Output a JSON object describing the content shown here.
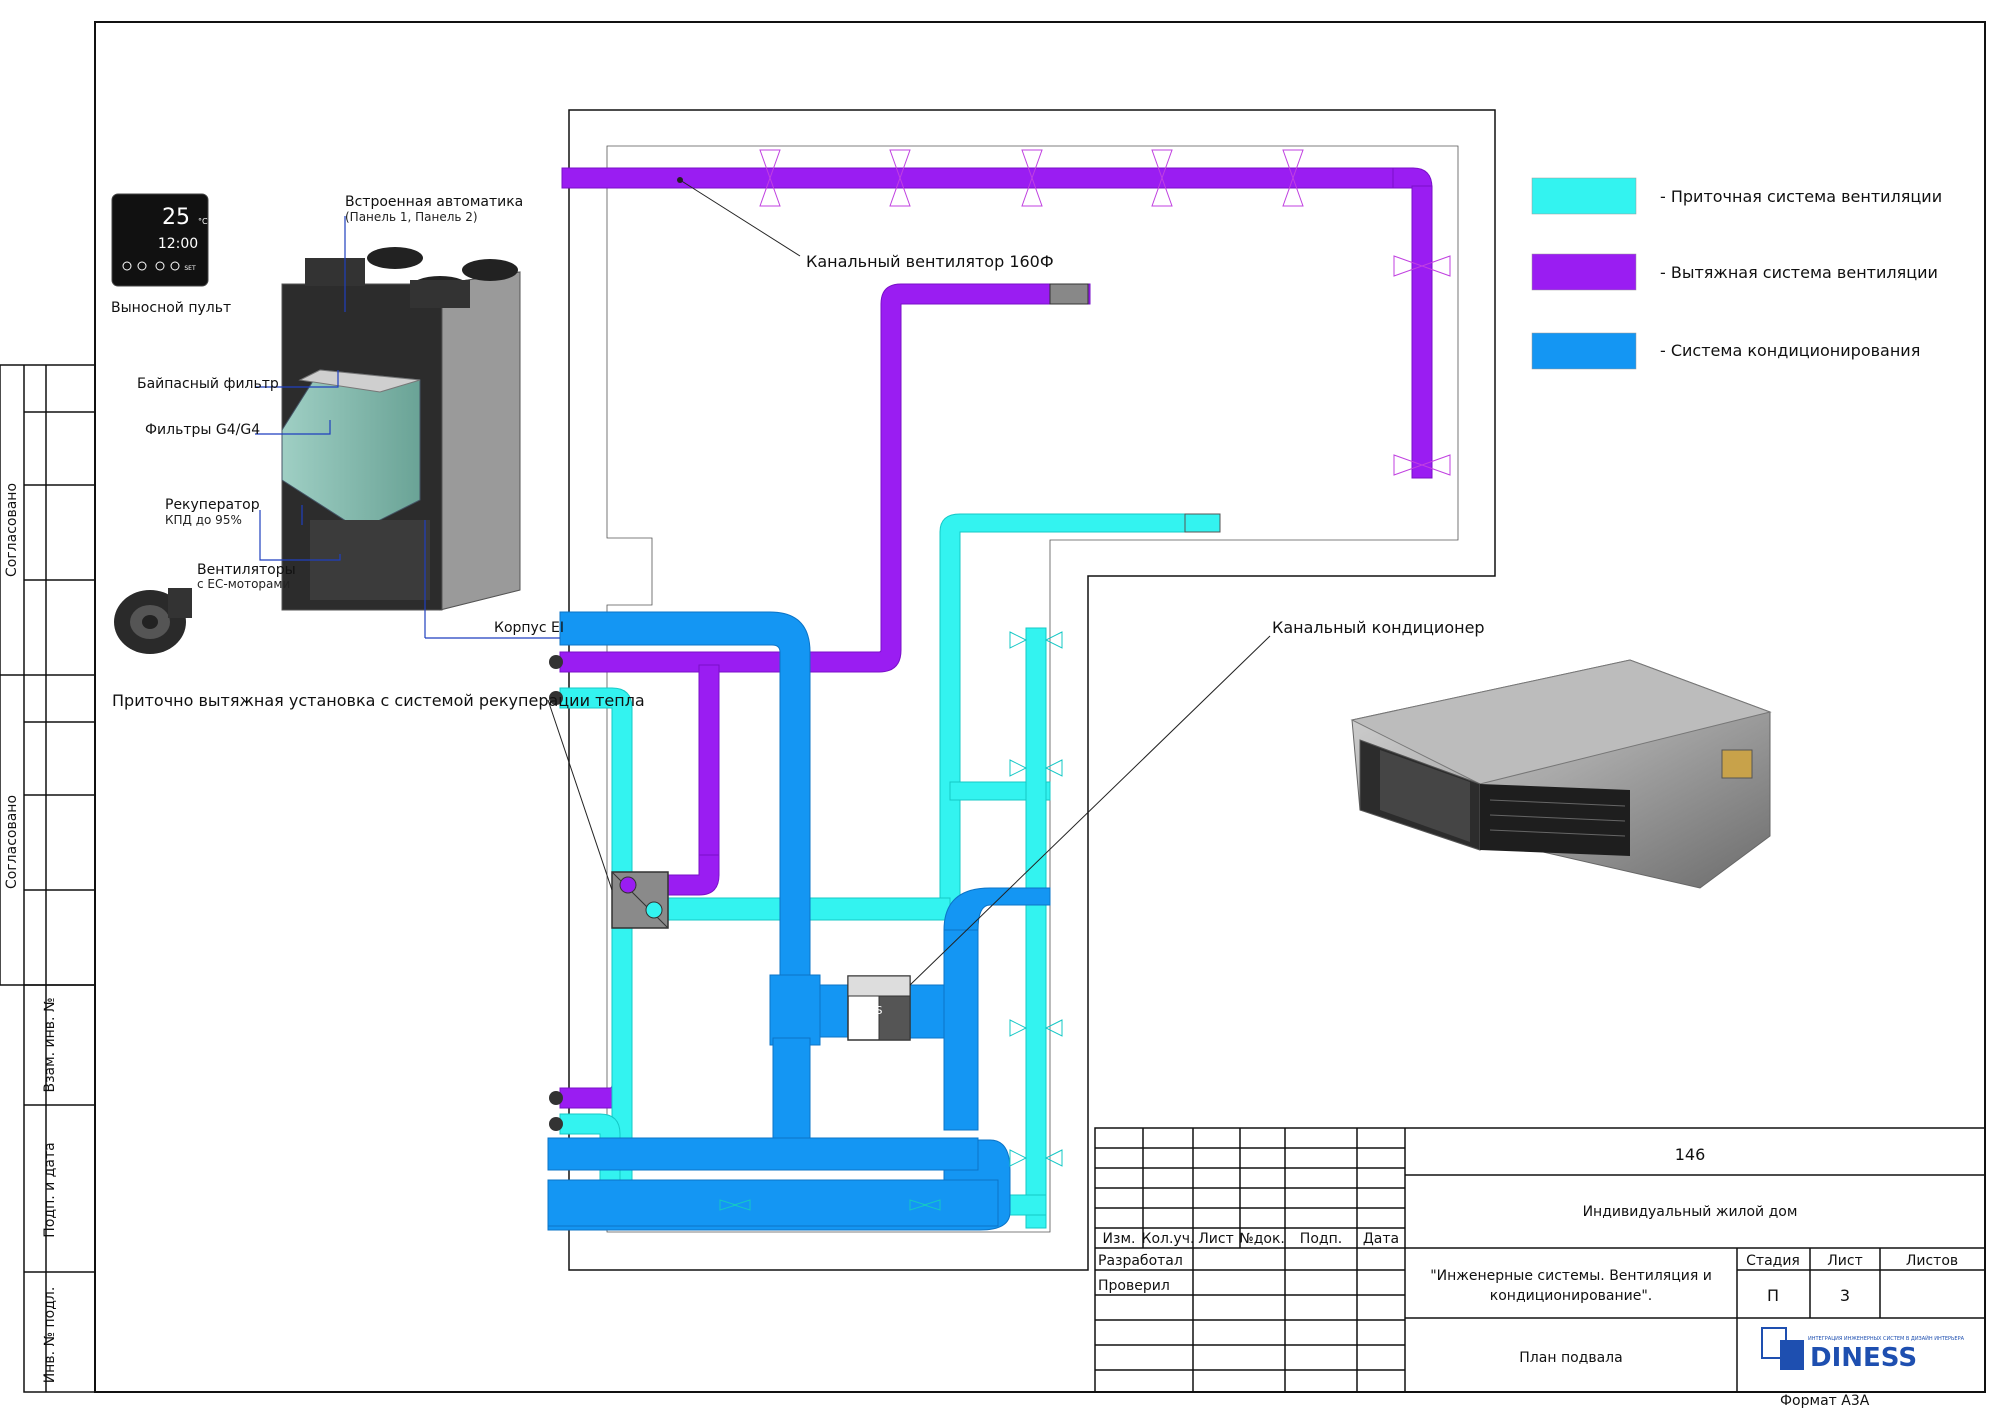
{
  "legend": [
    {
      "label": "- Приточная система вентиляции",
      "color": "#33f3f0"
    },
    {
      "label": "- Вытяжная система вентиляции",
      "color": "#9a1df2"
    },
    {
      "label": "- Система кондиционирования",
      "color": "#1496f3"
    }
  ],
  "colors": {
    "supply": "#33f3f0",
    "exhaust": "#9a1df2",
    "conditioning": "#1496f3",
    "frame": "#111111"
  },
  "callouts": {
    "duct_fan": "Канальный вентилятор 160Ф",
    "duct_ac": "Канальный кондиционер",
    "ahu": "Приточно вытяжная установка с системой рекуперации тепла"
  },
  "unit_labels": {
    "remote": "Выносной пульт",
    "automation": "Встроенная автоматика",
    "automation_sub": "(Панель 1, Панель 2)",
    "bypass": "Байпасный фильтр",
    "filters": "Фильтры G4/G4",
    "recuperator": "Рекуператор",
    "recuperator_sub": "КПД до 95%",
    "fans": "Вентиляторы",
    "fans_sub": "с EC-моторами",
    "housing": "Корпус EI"
  },
  "remote_display": {
    "temp": "25",
    "unit": "°C",
    "time": "12:00",
    "set": "SET"
  },
  "side_stamp": {
    "agreed_1": "Согласовано",
    "agreed_2": "Согласовано",
    "inv_replace": "Взам. инв. №",
    "sign_date": "Подп. и дата",
    "inv_orig": "Инв. № подл."
  },
  "title_block": {
    "code": "146",
    "project": "Индивидуальный жилой дом",
    "columns": [
      "Изм.",
      "Кол.уч.",
      "Лист",
      "№док.",
      "Подп.",
      "Дата"
    ],
    "developed": "Разработал",
    "checked": "Проверил",
    "title": "\"Инженерные системы. Вентиляция и кондиционирование\".",
    "sheet_name": "План подвала",
    "stage_h": "Стадия",
    "sheet_h": "Лист",
    "sheets_h": "Листов",
    "stage": "П",
    "sheet": "3",
    "sheets": "",
    "company": "DINESS",
    "company_tagline": "ИНТЕГРАЦИЯ ИНЖЕНЕРНЫХ СИСТЕМ В ДИЗАЙН ИНТЕРЬЕРА",
    "format": "Формат А3А"
  },
  "device_marks": {
    "ac_unit": "S"
  }
}
